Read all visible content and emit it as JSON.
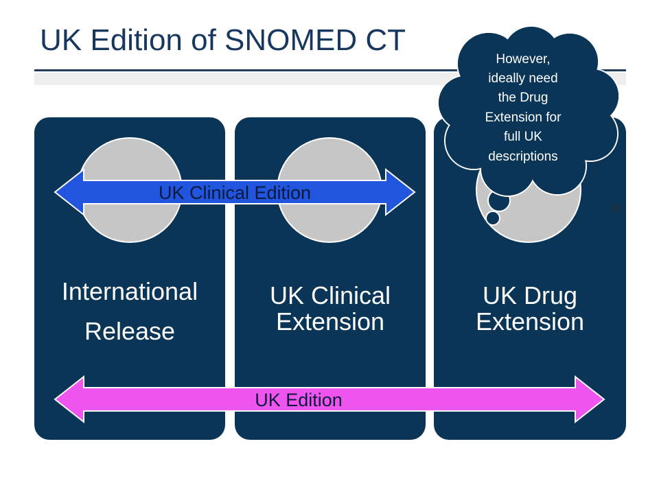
{
  "slide": {
    "title": "UK Edition of SNOMED CT",
    "panels": [
      {
        "line1": "International",
        "line2": "Release"
      },
      {
        "label": "UK Clinical Extension"
      },
      {
        "label": "UK Drug Extension"
      }
    ],
    "arrows": {
      "clinical_edition": "UK Clinical Edition",
      "edition": "UK Edition"
    },
    "thought_bubble": {
      "lines": [
        "However,",
        "ideally need",
        "the Drug",
        "Extension for",
        "full UK",
        "descriptions"
      ]
    },
    "cutoff_text": "n"
  },
  "colors": {
    "title": "#17375e",
    "panel": "#0b3556",
    "circle": "#c6c6c6",
    "clinical_arrow": "#2255dd",
    "edition_arrow": "#ee55ee",
    "bubble": "#0b3556"
  }
}
